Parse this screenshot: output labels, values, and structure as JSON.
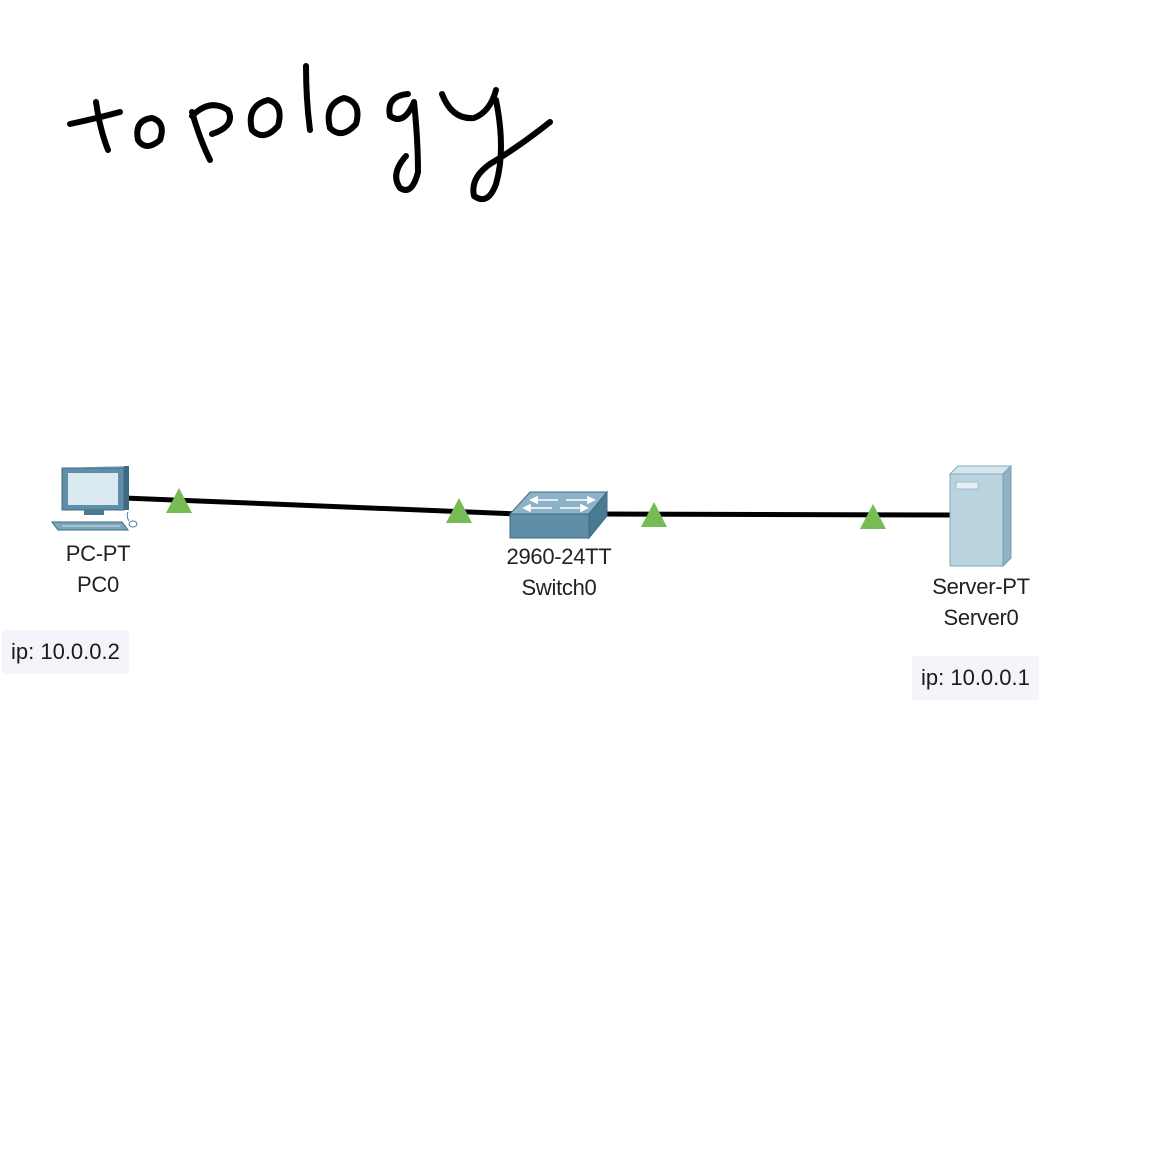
{
  "title": {
    "text": "topology",
    "handwritten": true,
    "color": "#000000"
  },
  "devices": {
    "pc": {
      "model": "PC-PT",
      "name": "PC0",
      "ip_label": "ip: 10.0.0.2",
      "icon": "pc-icon"
    },
    "switch": {
      "model": "2960-24TT",
      "name": "Switch0",
      "icon": "switch-icon"
    },
    "server": {
      "model": "Server-PT",
      "name": "Server0",
      "ip_label": "ip: 10.0.0.1",
      "icon": "server-icon"
    }
  },
  "links": [
    {
      "from": "PC0",
      "to": "Switch0",
      "status": "up"
    },
    {
      "from": "Switch0",
      "to": "Server0",
      "status": "up"
    }
  ],
  "colors": {
    "link": "#000000",
    "link_status_up": "#77bb55",
    "note_background": "#f6f4fb",
    "device_blue": "#6a9fb8"
  }
}
